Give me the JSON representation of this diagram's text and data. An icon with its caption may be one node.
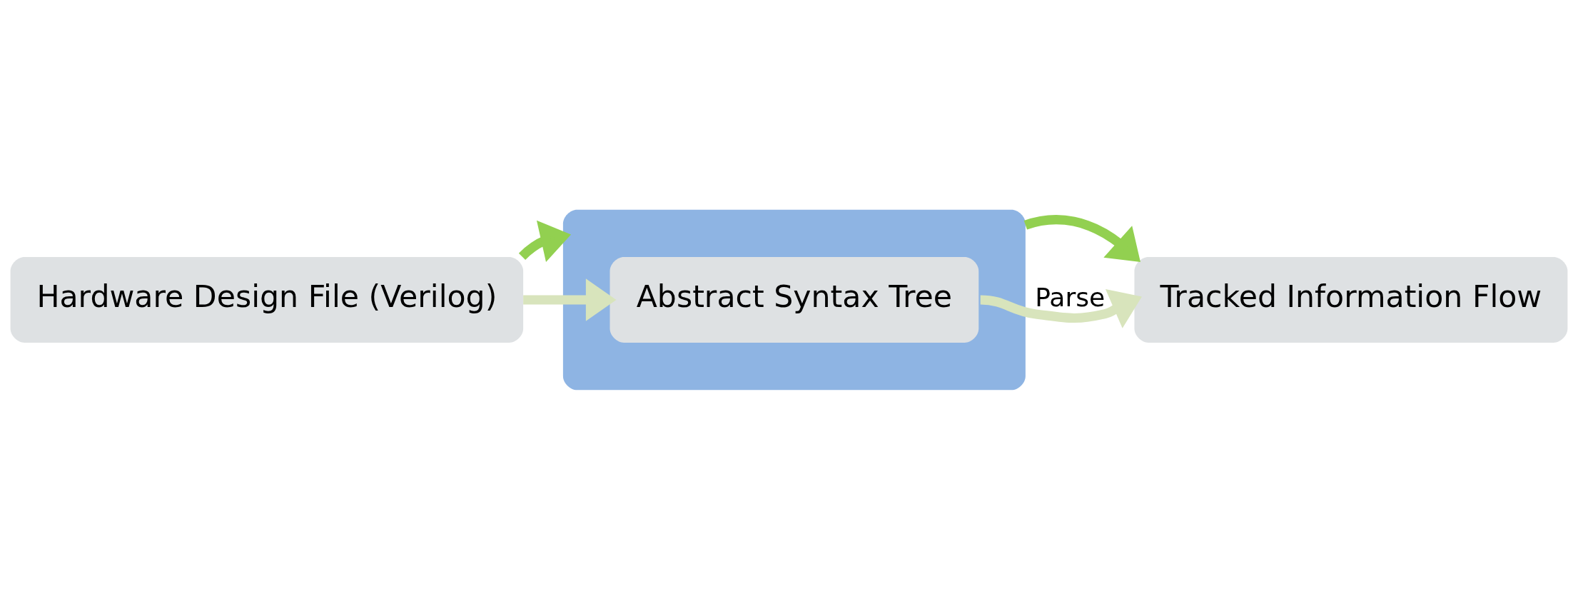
{
  "diagram": {
    "nodes": [
      {
        "text": [
          "Hardware Design File (Verilog)"
        ]
      },
      {
        "text": [],
        "shape": "box"
      },
      {
        "text": [
          "Abstract Syntax Tree"
        ],
        "in": 1
      },
      {
        "text": [
          "Tracked Information Flow"
        ]
      }
    ],
    "edges": [
      {
        "from": 0,
        "to": 2,
        "arrow": "to",
        "color": "#d8e4bc"
      },
      {
        "from": 0,
        "to": 1,
        "arrow": "to",
        "color": "#92d050"
      },
      {
        "from": 2,
        "to": 3,
        "arrow": "to",
        "label": "Parse",
        "color": "#d8e4bc"
      },
      {
        "from": 1,
        "to": 3,
        "arrow": "to",
        "color": "#92d050"
      }
    ]
  }
}
